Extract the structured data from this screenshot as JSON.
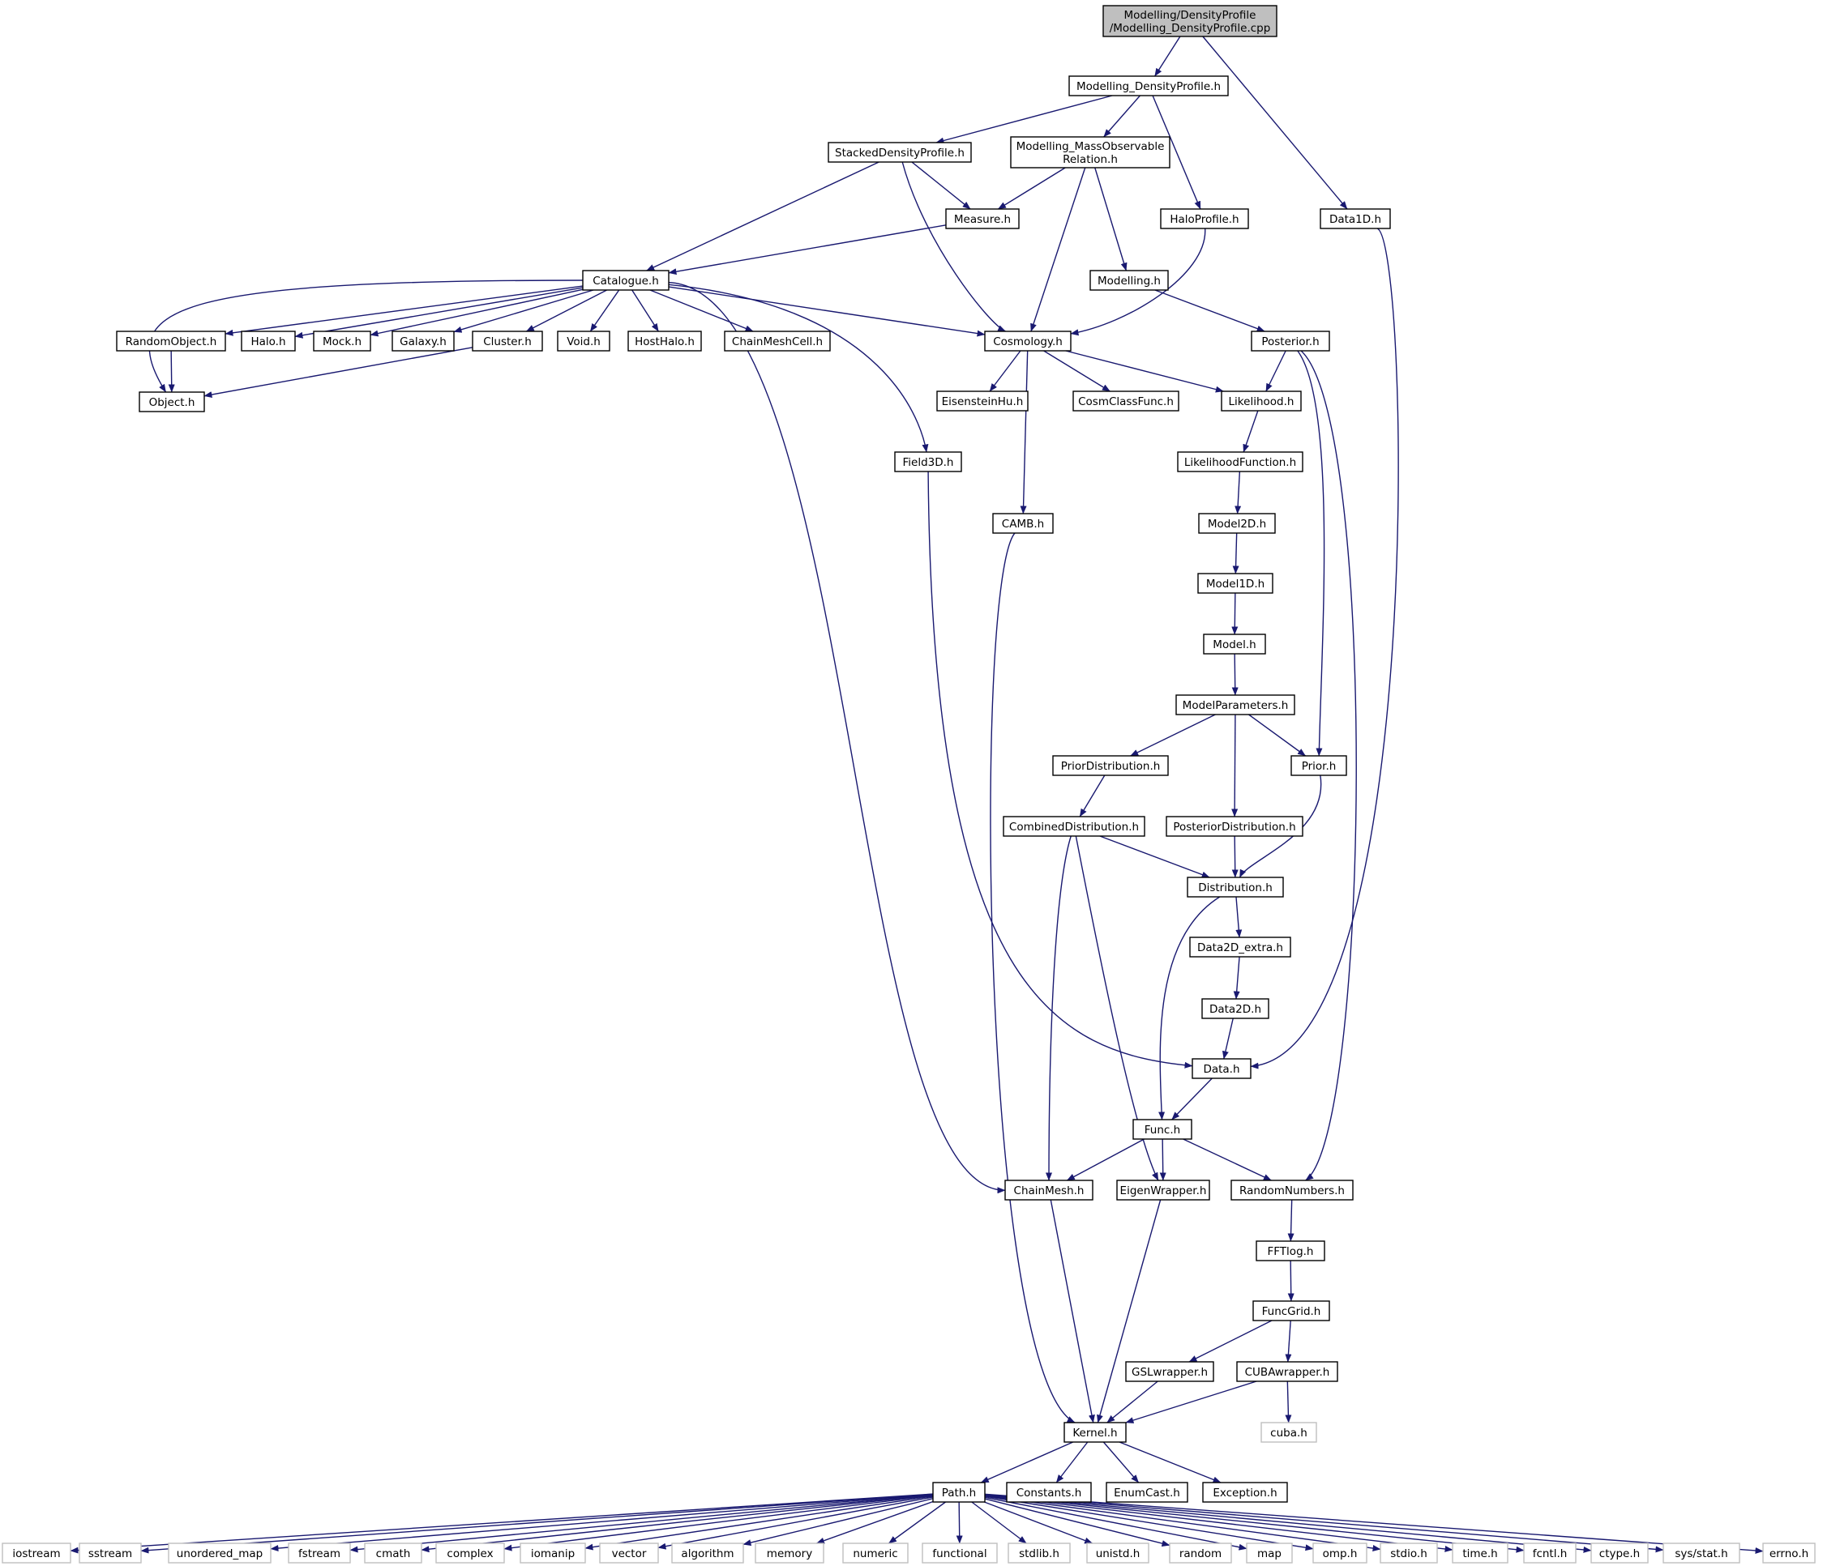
{
  "colors": {
    "edge": "#191970",
    "node_border": "#000000",
    "node_fill": "#ffffff",
    "root_fill": "#bfbfbf",
    "external_border": "#bfbfbf",
    "external_text": "#404040"
  },
  "nodes": [
    {
      "id": "root",
      "lines": [
        "Modelling/DensityProfile",
        "/Modelling_DensityProfile.cpp"
      ],
      "kind": "root"
    },
    {
      "id": "mdp",
      "lines": [
        "Modelling_DensityProfile.h"
      ],
      "kind": "file"
    },
    {
      "id": "sdp",
      "lines": [
        "StackedDensityProfile.h"
      ],
      "kind": "file"
    },
    {
      "id": "mmor",
      "lines": [
        "Modelling_MassObservable",
        "Relation.h"
      ],
      "kind": "file"
    },
    {
      "id": "halop",
      "lines": [
        "HaloProfile.h"
      ],
      "kind": "file"
    },
    {
      "id": "data1d",
      "lines": [
        "Data1D.h"
      ],
      "kind": "file"
    },
    {
      "id": "measure",
      "lines": [
        "Measure.h"
      ],
      "kind": "file"
    },
    {
      "id": "catalogue",
      "lines": [
        "Catalogue.h"
      ],
      "kind": "file"
    },
    {
      "id": "modelling",
      "lines": [
        "Modelling.h"
      ],
      "kind": "file"
    },
    {
      "id": "randobj",
      "lines": [
        "RandomObject.h"
      ],
      "kind": "file"
    },
    {
      "id": "halo",
      "lines": [
        "Halo.h"
      ],
      "kind": "file"
    },
    {
      "id": "mock",
      "lines": [
        "Mock.h"
      ],
      "kind": "file"
    },
    {
      "id": "galaxy",
      "lines": [
        "Galaxy.h"
      ],
      "kind": "file"
    },
    {
      "id": "cluster",
      "lines": [
        "Cluster.h"
      ],
      "kind": "file"
    },
    {
      "id": "void",
      "lines": [
        "Void.h"
      ],
      "kind": "file"
    },
    {
      "id": "hosthalo",
      "lines": [
        "HostHalo.h"
      ],
      "kind": "file"
    },
    {
      "id": "cmcell",
      "lines": [
        "ChainMeshCell.h"
      ],
      "kind": "file"
    },
    {
      "id": "cosmology",
      "lines": [
        "Cosmology.h"
      ],
      "kind": "file"
    },
    {
      "id": "posterior",
      "lines": [
        "Posterior.h"
      ],
      "kind": "file"
    },
    {
      "id": "object",
      "lines": [
        "Object.h"
      ],
      "kind": "file"
    },
    {
      "id": "eisenstein",
      "lines": [
        "EisensteinHu.h"
      ],
      "kind": "file"
    },
    {
      "id": "cosmclass",
      "lines": [
        "CosmClassFunc.h"
      ],
      "kind": "file"
    },
    {
      "id": "likelihood",
      "lines": [
        "Likelihood.h"
      ],
      "kind": "file"
    },
    {
      "id": "field3d",
      "lines": [
        "Field3D.h"
      ],
      "kind": "file"
    },
    {
      "id": "likfunc",
      "lines": [
        "LikelihoodFunction.h"
      ],
      "kind": "file"
    },
    {
      "id": "camb",
      "lines": [
        "CAMB.h"
      ],
      "kind": "file"
    },
    {
      "id": "model2d",
      "lines": [
        "Model2D.h"
      ],
      "kind": "file"
    },
    {
      "id": "model1d",
      "lines": [
        "Model1D.h"
      ],
      "kind": "file"
    },
    {
      "id": "model",
      "lines": [
        "Model.h"
      ],
      "kind": "file"
    },
    {
      "id": "modelparams",
      "lines": [
        "ModelParameters.h"
      ],
      "kind": "file"
    },
    {
      "id": "priordist",
      "lines": [
        "PriorDistribution.h"
      ],
      "kind": "file"
    },
    {
      "id": "prior",
      "lines": [
        "Prior.h"
      ],
      "kind": "file"
    },
    {
      "id": "combdist",
      "lines": [
        "CombinedDistribution.h"
      ],
      "kind": "file"
    },
    {
      "id": "postdist",
      "lines": [
        "PosteriorDistribution.h"
      ],
      "kind": "file"
    },
    {
      "id": "distribution",
      "lines": [
        "Distribution.h"
      ],
      "kind": "file"
    },
    {
      "id": "data2dextra",
      "lines": [
        "Data2D_extra.h"
      ],
      "kind": "file"
    },
    {
      "id": "data2d",
      "lines": [
        "Data2D.h"
      ],
      "kind": "file"
    },
    {
      "id": "data",
      "lines": [
        "Data.h"
      ],
      "kind": "file"
    },
    {
      "id": "func",
      "lines": [
        "Func.h"
      ],
      "kind": "file"
    },
    {
      "id": "chainmesh",
      "lines": [
        "ChainMesh.h"
      ],
      "kind": "file"
    },
    {
      "id": "eigen",
      "lines": [
        "EigenWrapper.h"
      ],
      "kind": "file"
    },
    {
      "id": "randnum",
      "lines": [
        "RandomNumbers.h"
      ],
      "kind": "file"
    },
    {
      "id": "fftlog",
      "lines": [
        "FFTlog.h"
      ],
      "kind": "file"
    },
    {
      "id": "funcgrid",
      "lines": [
        "FuncGrid.h"
      ],
      "kind": "file"
    },
    {
      "id": "gsl",
      "lines": [
        "GSLwrapper.h"
      ],
      "kind": "file"
    },
    {
      "id": "cuba",
      "lines": [
        "CUBAwrapper.h"
      ],
      "kind": "file"
    },
    {
      "id": "kernel",
      "lines": [
        "Kernel.h"
      ],
      "kind": "file"
    },
    {
      "id": "cubah",
      "lines": [
        "cuba.h"
      ],
      "kind": "external"
    },
    {
      "id": "path",
      "lines": [
        "Path.h"
      ],
      "kind": "file"
    },
    {
      "id": "constants",
      "lines": [
        "Constants.h"
      ],
      "kind": "file"
    },
    {
      "id": "enumcast",
      "lines": [
        "EnumCast.h"
      ],
      "kind": "file"
    },
    {
      "id": "exception",
      "lines": [
        "Exception.h"
      ],
      "kind": "file"
    },
    {
      "id": "iostream",
      "lines": [
        "iostream"
      ],
      "kind": "external"
    },
    {
      "id": "sstream",
      "lines": [
        "sstream"
      ],
      "kind": "external"
    },
    {
      "id": "unordered_map",
      "lines": [
        "unordered_map"
      ],
      "kind": "external"
    },
    {
      "id": "fstream",
      "lines": [
        "fstream"
      ],
      "kind": "external"
    },
    {
      "id": "cmath",
      "lines": [
        "cmath"
      ],
      "kind": "external"
    },
    {
      "id": "complex",
      "lines": [
        "complex"
      ],
      "kind": "external"
    },
    {
      "id": "iomanip",
      "lines": [
        "iomanip"
      ],
      "kind": "external"
    },
    {
      "id": "vector",
      "lines": [
        "vector"
      ],
      "kind": "external"
    },
    {
      "id": "algorithm",
      "lines": [
        "algorithm"
      ],
      "kind": "external"
    },
    {
      "id": "memory",
      "lines": [
        "memory"
      ],
      "kind": "external"
    },
    {
      "id": "numeric",
      "lines": [
        "numeric"
      ],
      "kind": "external"
    },
    {
      "id": "functional",
      "lines": [
        "functional"
      ],
      "kind": "external"
    },
    {
      "id": "stdlib",
      "lines": [
        "stdlib.h"
      ],
      "kind": "external"
    },
    {
      "id": "unistd",
      "lines": [
        "unistd.h"
      ],
      "kind": "external"
    },
    {
      "id": "random",
      "lines": [
        "random"
      ],
      "kind": "external"
    },
    {
      "id": "map",
      "lines": [
        "map"
      ],
      "kind": "external"
    },
    {
      "id": "omp",
      "lines": [
        "omp.h"
      ],
      "kind": "external"
    },
    {
      "id": "stdio",
      "lines": [
        "stdio.h"
      ],
      "kind": "external"
    },
    {
      "id": "timeh",
      "lines": [
        "time.h"
      ],
      "kind": "external"
    },
    {
      "id": "fcntl",
      "lines": [
        "fcntl.h"
      ],
      "kind": "external"
    },
    {
      "id": "ctype",
      "lines": [
        "ctype.h"
      ],
      "kind": "external"
    },
    {
      "id": "sysstat",
      "lines": [
        "sys/stat.h"
      ],
      "kind": "external"
    },
    {
      "id": "errno",
      "lines": [
        "errno.h"
      ],
      "kind": "external"
    }
  ],
  "edges": [
    [
      "root",
      "mdp"
    ],
    [
      "root",
      "data1d"
    ],
    [
      "mdp",
      "sdp"
    ],
    [
      "mdp",
      "mmor"
    ],
    [
      "mdp",
      "halop"
    ],
    [
      "sdp",
      "measure"
    ],
    [
      "sdp",
      "catalogue"
    ],
    [
      "sdp",
      "cosmology"
    ],
    [
      "mmor",
      "measure"
    ],
    [
      "mmor",
      "cosmology"
    ],
    [
      "mmor",
      "modelling"
    ],
    [
      "halop",
      "cosmology"
    ],
    [
      "data1d",
      "data"
    ],
    [
      "measure",
      "catalogue"
    ],
    [
      "catalogue",
      "randobj"
    ],
    [
      "catalogue",
      "halo"
    ],
    [
      "catalogue",
      "mock"
    ],
    [
      "catalogue",
      "galaxy"
    ],
    [
      "catalogue",
      "cluster"
    ],
    [
      "catalogue",
      "void"
    ],
    [
      "catalogue",
      "hosthalo"
    ],
    [
      "catalogue",
      "cmcell"
    ],
    [
      "catalogue",
      "cosmology"
    ],
    [
      "catalogue",
      "object"
    ],
    [
      "catalogue",
      "field3d"
    ],
    [
      "catalogue",
      "chainmesh"
    ],
    [
      "randobj",
      "object"
    ],
    [
      "cluster",
      "object"
    ],
    [
      "modelling",
      "posterior"
    ],
    [
      "cosmology",
      "eisenstein"
    ],
    [
      "cosmology",
      "cosmclass"
    ],
    [
      "cosmology",
      "likelihood"
    ],
    [
      "cosmology",
      "camb"
    ],
    [
      "posterior",
      "likelihood"
    ],
    [
      "posterior",
      "prior"
    ],
    [
      "posterior",
      "randnum"
    ],
    [
      "likelihood",
      "likfunc"
    ],
    [
      "likfunc",
      "model2d"
    ],
    [
      "model2d",
      "model1d"
    ],
    [
      "model1d",
      "model"
    ],
    [
      "model",
      "modelparams"
    ],
    [
      "modelparams",
      "priordist"
    ],
    [
      "modelparams",
      "postdist"
    ],
    [
      "modelparams",
      "prior"
    ],
    [
      "priordist",
      "combdist"
    ],
    [
      "combdist",
      "distribution"
    ],
    [
      "combdist",
      "chainmesh"
    ],
    [
      "combdist",
      "eigen"
    ],
    [
      "postdist",
      "distribution"
    ],
    [
      "prior",
      "distribution"
    ],
    [
      "distribution",
      "data2dextra"
    ],
    [
      "distribution",
      "func"
    ],
    [
      "data2dextra",
      "data2d"
    ],
    [
      "data2d",
      "data"
    ],
    [
      "field3d",
      "data"
    ],
    [
      "data",
      "func"
    ],
    [
      "func",
      "chainmesh"
    ],
    [
      "func",
      "eigen"
    ],
    [
      "func",
      "randnum"
    ],
    [
      "camb",
      "kernel"
    ],
    [
      "chainmesh",
      "kernel"
    ],
    [
      "eigen",
      "kernel"
    ],
    [
      "randnum",
      "fftlog"
    ],
    [
      "fftlog",
      "funcgrid"
    ],
    [
      "funcgrid",
      "gsl"
    ],
    [
      "funcgrid",
      "cuba"
    ],
    [
      "gsl",
      "kernel"
    ],
    [
      "cuba",
      "kernel"
    ],
    [
      "cuba",
      "cubah"
    ],
    [
      "kernel",
      "path"
    ],
    [
      "kernel",
      "constants"
    ],
    [
      "kernel",
      "enumcast"
    ],
    [
      "kernel",
      "exception"
    ],
    [
      "path",
      "iostream"
    ],
    [
      "path",
      "sstream"
    ],
    [
      "path",
      "unordered_map"
    ],
    [
      "path",
      "fstream"
    ],
    [
      "path",
      "cmath"
    ],
    [
      "path",
      "complex"
    ],
    [
      "path",
      "iomanip"
    ],
    [
      "path",
      "vector"
    ],
    [
      "path",
      "algorithm"
    ],
    [
      "path",
      "memory"
    ],
    [
      "path",
      "numeric"
    ],
    [
      "path",
      "functional"
    ],
    [
      "path",
      "stdlib"
    ],
    [
      "path",
      "unistd"
    ],
    [
      "path",
      "random"
    ],
    [
      "path",
      "map"
    ],
    [
      "path",
      "omp"
    ],
    [
      "path",
      "stdio"
    ],
    [
      "path",
      "timeh"
    ],
    [
      "path",
      "fcntl"
    ],
    [
      "path",
      "ctype"
    ],
    [
      "path",
      "sysstat"
    ],
    [
      "path",
      "errno"
    ]
  ]
}
